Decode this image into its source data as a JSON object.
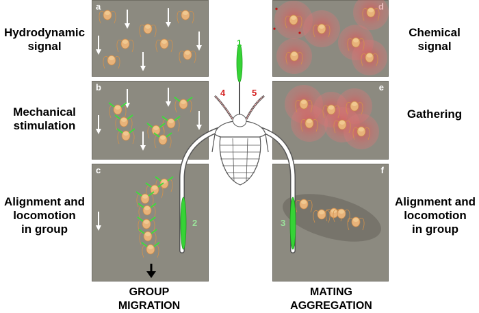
{
  "left_labels": [
    {
      "id": "a",
      "text": "Hydrodynamic\nsignal"
    },
    {
      "id": "b",
      "text": "Mechanical\nstimulation"
    },
    {
      "id": "c",
      "text": "Alignment and\nlocomotion\nin group"
    }
  ],
  "right_labels": [
    {
      "id": "d",
      "text": "Chemical\nsignal"
    },
    {
      "id": "e",
      "text": "Gathering"
    },
    {
      "id": "f",
      "text": "Alignment and\nlocomotion\nin group"
    }
  ],
  "panel_letters": {
    "a": "a",
    "b": "b",
    "c": "c",
    "d": "d",
    "e": "e",
    "f": "f"
  },
  "appendage_numbers": {
    "n1": "1",
    "n2": "2",
    "n3": "3",
    "n4": "4",
    "n5": "5"
  },
  "bottom_labels": {
    "left": "GROUP\nMIGRATION",
    "right": "MATING\nAGGREGATION"
  },
  "colors": {
    "panel_bg": "#8c8a80",
    "green_sensor": "#2fd12f",
    "red_sensor": "#d42020",
    "chemical_halo": "#e06060"
  }
}
